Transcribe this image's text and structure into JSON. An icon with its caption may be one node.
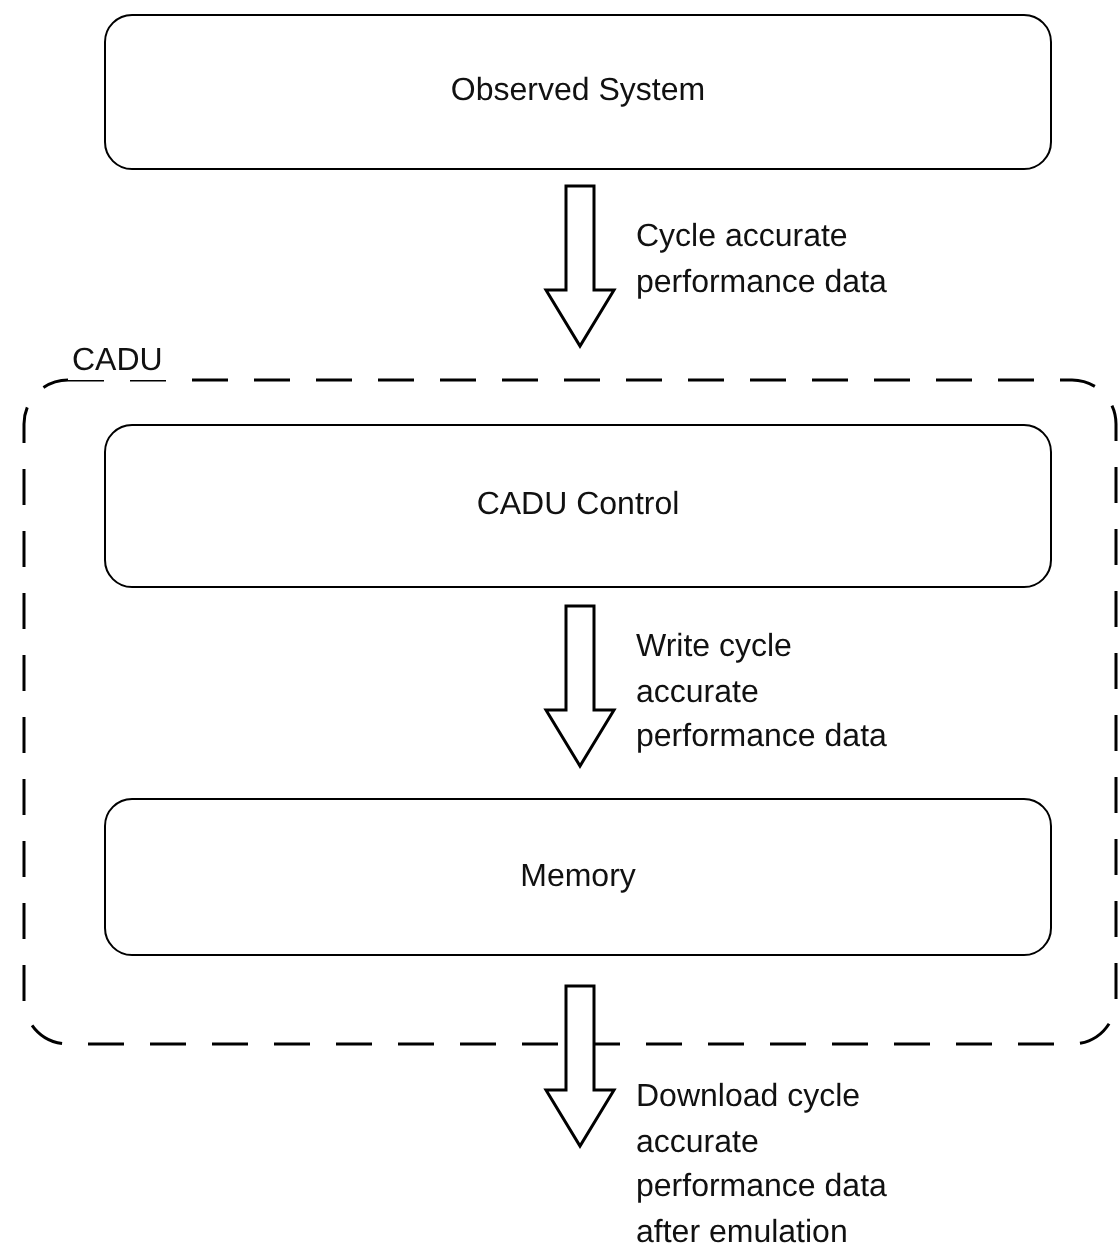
{
  "diagram": {
    "nodes": [
      {
        "text": [
          "Observed System"
        ]
      },
      {
        "text": [
          "CADU"
        ]
      },
      {
        "text": [
          "CADU Control"
        ],
        "in": 1
      },
      {
        "text": [
          "Memory"
        ],
        "in": 1
      }
    ],
    "edges": [
      {
        "from": 0,
        "to": 2,
        "arrow": "to",
        "label": "Cycle accurate performance data"
      },
      {
        "from": 2,
        "to": 3,
        "arrow": "to",
        "label": "Write cycle accurate performance data"
      },
      {
        "from": 3,
        "to": null,
        "arrow": "to",
        "label": "Download cycle accurate performance data after emulation"
      }
    ]
  }
}
